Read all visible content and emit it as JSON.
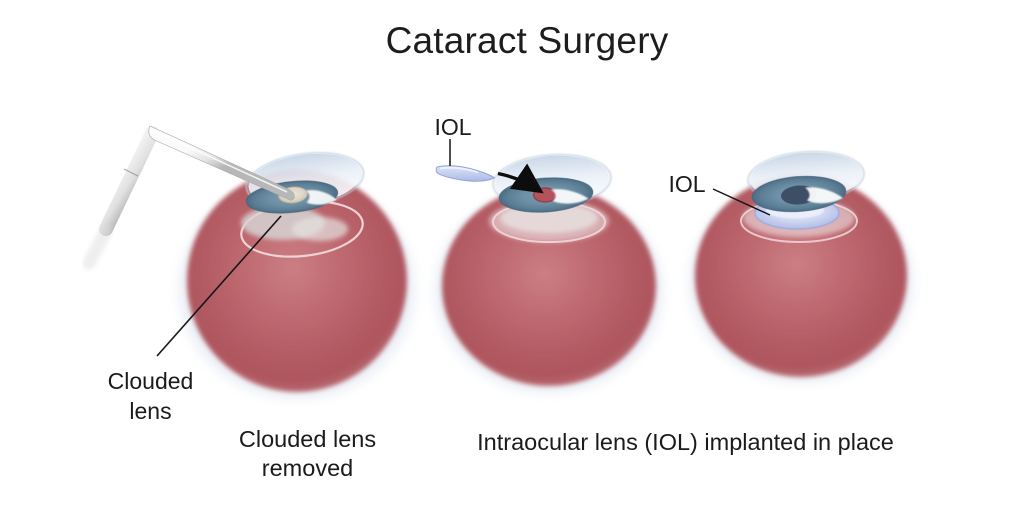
{
  "title": "Cataract Surgery",
  "labels": {
    "clouded_lens": "Clouded lens",
    "iol_insert": "IOL",
    "iol_implanted": "IOL"
  },
  "captions": {
    "step_removed": "Clouded lens removed",
    "step_implanted": "Intraocular lens (IOL) implanted in place"
  },
  "icons": {
    "surgical_probe": "phaco-probe-icon",
    "insertion_arrow": "black-arrow-icon",
    "iol_lens": "crescent-lens-icon",
    "pointer_lines": "thin-black-leader-line"
  },
  "palette": {
    "background": "#ffffff",
    "text": "#1b1b1b",
    "eyeball_red": "#b35b63",
    "eyeball_red_light": "#cb7e84",
    "iris_steel_blue": "#5b7e95",
    "iris_rim_blue": "#406078",
    "pupil_navy": "#3d4f64",
    "pupil_red": "#b5525c",
    "clouded_lens_beige": "#ded6c6",
    "iol_periwinkle": "#aab9e8",
    "cornea_blue_white": "#c6d4e5",
    "probe_gray": "#e4e4e4",
    "collar_ring_pink": "#eed8da"
  }
}
